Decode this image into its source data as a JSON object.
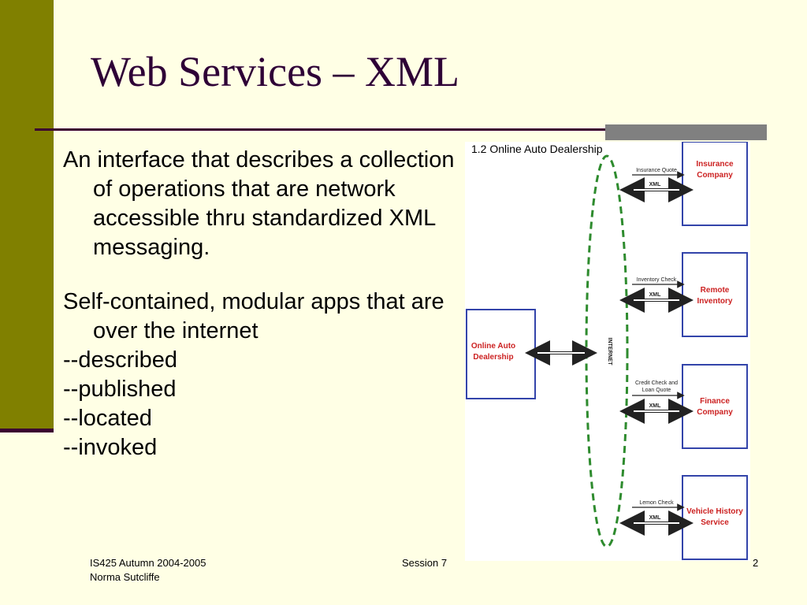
{
  "slide": {
    "title": "Web Services – XML",
    "body": {
      "paragraph1": "An interface that describes a collection of operations that are network accessible thru standardized XML messaging.",
      "paragraph2_lead": "Self-contained, modular apps that are over the internet",
      "paragraph2_items": [
        "--described",
        "--published",
        "--located",
        "--invoked"
      ]
    }
  },
  "diagram": {
    "caption": "1.2 Online Auto Dealership",
    "hub": [
      "Online Auto",
      "Dealership"
    ],
    "network_label": "INTERNET",
    "services": [
      {
        "name": [
          "Insurance",
          "Company"
        ],
        "request": [
          "Insurance Quote"
        ],
        "message": "XML"
      },
      {
        "name": [
          "Remote",
          "Inventory"
        ],
        "request": [
          "Inventory Check"
        ],
        "message": "XML"
      },
      {
        "name": [
          "Finance",
          "Company"
        ],
        "request": [
          "Credit Check and",
          "Loan Quote"
        ],
        "message": "XML"
      },
      {
        "name": [
          "Vehicle History",
          "Service"
        ],
        "request": [
          "Lemon Check"
        ],
        "message": "XML"
      }
    ],
    "colors": {
      "box_border": "#3344AA",
      "box_text": "#CC2222",
      "ellipse": "#2E8B2E",
      "arrow": "#222222"
    }
  },
  "footer": {
    "course": "IS425 Autumn 2004-2005",
    "author": "Norma Sutcliffe",
    "session": "Session 7",
    "page_number": "2"
  },
  "theme": {
    "background": "#FFFFE5",
    "accent_bar": "#808000",
    "title_color": "#2E0036"
  }
}
